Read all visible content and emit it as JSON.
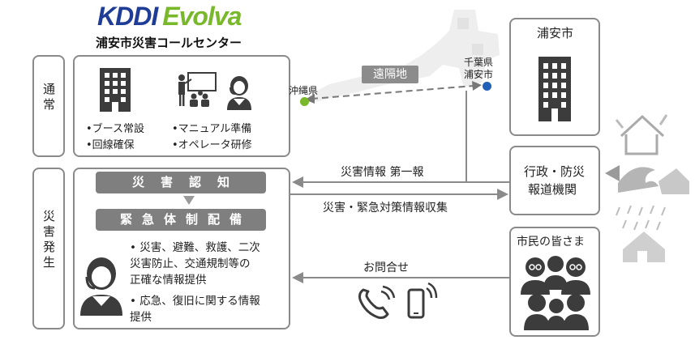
{
  "brand": {
    "logo_kddi": "KDDI",
    "logo_evolva": "Evolva",
    "subtitle": "浦安市災害コールセンター",
    "colors": {
      "kddi_blue": "#1f3d96",
      "evolva_green": "#78b82a"
    }
  },
  "phases": {
    "normal": "通常",
    "disaster": "災害発生"
  },
  "normal_box": {
    "left_items": [
      "•ブース常設",
      "•回線確保"
    ],
    "right_items": [
      "•マニュアル準備",
      "•オペレータ研修"
    ],
    "icons": [
      "building-icon",
      "trainer-icon",
      "operator-icon"
    ]
  },
  "map": {
    "okinawa": "沖縄県",
    "chiba": "千葉県",
    "urayasu": "浦安市",
    "remote_label": "遠隔地"
  },
  "disaster_box": {
    "step1": "災害認知",
    "step2": "緊急体制配備",
    "items": [
      [
        "•  災害、避難、救護、二次",
        "   災害防止、交通規制等の",
        "   正確な情報提供"
      ],
      [
        "•  応急、復旧に関する情報",
        "   提供"
      ]
    ]
  },
  "right_boxes": {
    "city": "浦安市",
    "admin_line1": "行政・防災",
    "admin_line2": "報道機関",
    "citizens": "市民の皆さま"
  },
  "arrows": {
    "disaster_info": "災害情報  第一報",
    "measures_info": "災害・緊急対策情報収集",
    "inquiry": "お問合せ"
  }
}
